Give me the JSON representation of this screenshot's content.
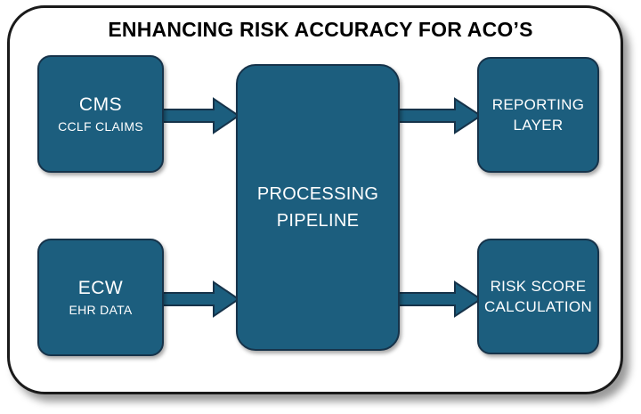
{
  "diagram": {
    "title": "ENHANCING RISK ACCURACY FOR ACO’S",
    "colors": {
      "node_fill": "#1c5e7e",
      "node_border": "#16334a",
      "arrow_fill": "#1c5e7e",
      "arrow_border": "#16334a",
      "frame_border": "#1a1a1a",
      "background": "#ffffff",
      "node_text": "#ffffff",
      "title_text": "#000000"
    },
    "nodes": [
      {
        "id": "cms",
        "name": "CMS",
        "subtitle": "CCLF CLAIMS"
      },
      {
        "id": "ecw",
        "name": "ECW",
        "subtitle": "EHR DATA"
      },
      {
        "id": "pipeline",
        "line1": "PROCESSING",
        "line2": "PIPELINE"
      },
      {
        "id": "report",
        "line1": "REPORTING",
        "line2": "LAYER"
      },
      {
        "id": "risk",
        "line1": "RISK SCORE",
        "line2": "CALCULATION"
      }
    ],
    "connectors": [
      {
        "id": "cms-pipeline",
        "from": "CMS",
        "to": "PROCESSING PIPELINE",
        "icon": "right-arrow-icon"
      },
      {
        "id": "ecw-pipeline",
        "from": "ECW",
        "to": "PROCESSING PIPELINE",
        "icon": "right-arrow-icon"
      },
      {
        "id": "pipeline-report",
        "from": "PROCESSING PIPELINE",
        "to": "REPORTING LAYER",
        "icon": "right-arrow-icon"
      },
      {
        "id": "pipeline-risk",
        "from": "PROCESSING PIPELINE",
        "to": "RISK SCORE CALCULATION",
        "icon": "right-arrow-icon"
      }
    ]
  }
}
